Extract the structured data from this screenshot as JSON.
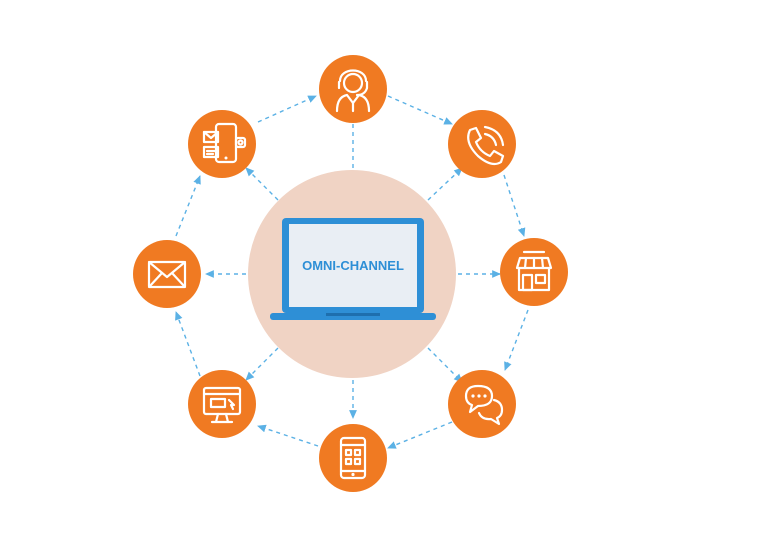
{
  "center": {
    "label": "OMNI-CHANNEL"
  },
  "colors": {
    "node_fill": "#F07A22",
    "center_circle": "#F0D3C4",
    "laptop_frame": "#2E8FD6",
    "screen": "#E9EEF4",
    "text": "#2E8FD6",
    "connector": "#5BB1E5"
  },
  "nodes": [
    {
      "id": "agent",
      "icon": "customer-support-agent-icon"
    },
    {
      "id": "phone-call",
      "icon": "phone-call-icon"
    },
    {
      "id": "store",
      "icon": "storefront-icon"
    },
    {
      "id": "chat",
      "icon": "chat-bubbles-icon"
    },
    {
      "id": "mobile-app",
      "icon": "mobile-app-icon"
    },
    {
      "id": "website",
      "icon": "desktop-web-icon"
    },
    {
      "id": "email",
      "icon": "email-envelope-icon"
    },
    {
      "id": "mobile-messaging",
      "icon": "mobile-messaging-icon"
    }
  ]
}
